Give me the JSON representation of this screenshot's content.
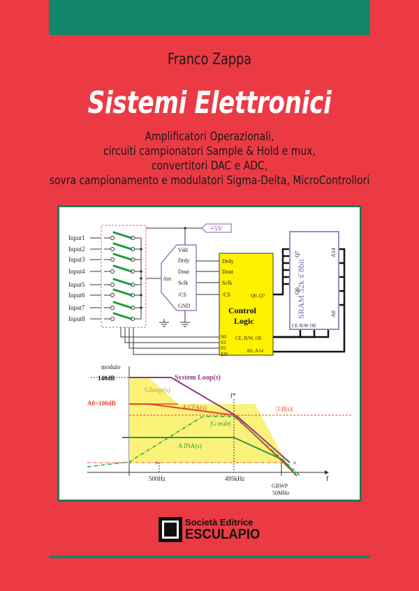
{
  "cover": {
    "author": "Franco Zappa",
    "title": "Sistemi Elettronici",
    "subtitle_lines": [
      "Amplificatori Operazionali,",
      "circuiti campionatori Sample & Hold e mux,",
      "convertitori DAC e ADC,",
      "sovra campionamento e modulatori Sigma-Delta, MicroControllori"
    ]
  },
  "circuit": {
    "inputs": [
      "Input1",
      "Input2",
      "Input3",
      "Input4",
      "Input5",
      "Input6",
      "Input7",
      "Input8"
    ],
    "supply": "+5V",
    "adc_pins": [
      "Vdd",
      "Drdy",
      "Dout",
      "Sclk",
      "/CS",
      "GND"
    ],
    "adc_in": "Ain",
    "mcu_pins": [
      "Drdy",
      "Dout",
      "Sclk",
      "/CS"
    ],
    "mcu_bus": "Q0..Q7",
    "mcu_title1": "Control",
    "mcu_title2": "Logic",
    "mcu_sel": [
      "S0",
      "S1",
      "S2",
      "EN"
    ],
    "mcu_ctrl": "CE, R/W, OE",
    "mcu_addr": "A0..A14",
    "sram_label": "SRAM 32k x 8bit",
    "sram_q0": "Q0",
    "sram_q7": "Q7",
    "sram_a0": "A0",
    "sram_a14": "A14",
    "sram_dots": "...",
    "sram_ctrl": "CE  R/W  OE"
  },
  "bode": {
    "y_label": "modulo",
    "level_140": "140dB",
    "level_a0": "A0=100dB",
    "sys_loop": "System Loop(s)",
    "gloop": "Gloop(s)",
    "acfa": "A CFA(s)",
    "inv_beta": "|1/β(s)|",
    "f_star": "f*",
    "g_reale": "|G reale|",
    "aina": "A INA(s)",
    "f1": "500Hz",
    "f2": "495kHz",
    "gbwp": "GBWP",
    "gbwp_val": "50MHz",
    "x_label": "f"
  },
  "publisher": {
    "line1": "Società Editrice",
    "line2": "ESCULAPIO"
  },
  "colors": {
    "background": "#ec3a45",
    "band": "#11866b",
    "sys_loop": "#8e3a86",
    "acfa": "#e0462a",
    "gloop_fill": "#fbf27a",
    "aina": "#2a9a45",
    "sram": "#9a8ac8",
    "mcu": "#fff200"
  }
}
